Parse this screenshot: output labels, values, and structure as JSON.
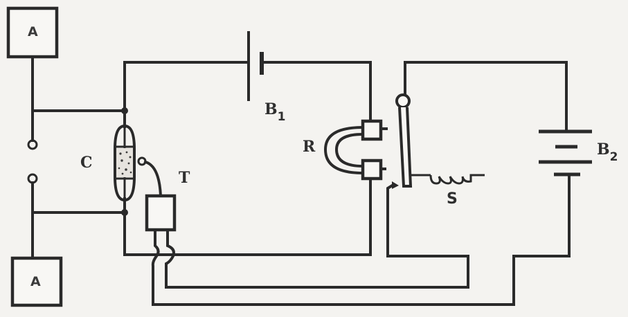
{
  "diagram": {
    "type": "circuit-schematic",
    "description": "Radio receiver circuit with coherer, tapper, relay and batteries",
    "components": {
      "antenna_top": {
        "label": "A"
      },
      "antenna_bottom": {
        "label": "A"
      },
      "coherer": {
        "label": "C"
      },
      "tapper": {
        "label": "T"
      },
      "battery_1": {
        "label": "B",
        "subscript": "1"
      },
      "relay": {
        "label": "R"
      },
      "battery_2": {
        "label": "B",
        "subscript": "2"
      },
      "spring": {
        "label": "S"
      }
    },
    "colors": {
      "line": "#2a2a2a",
      "background": "#f4f3f0"
    }
  }
}
